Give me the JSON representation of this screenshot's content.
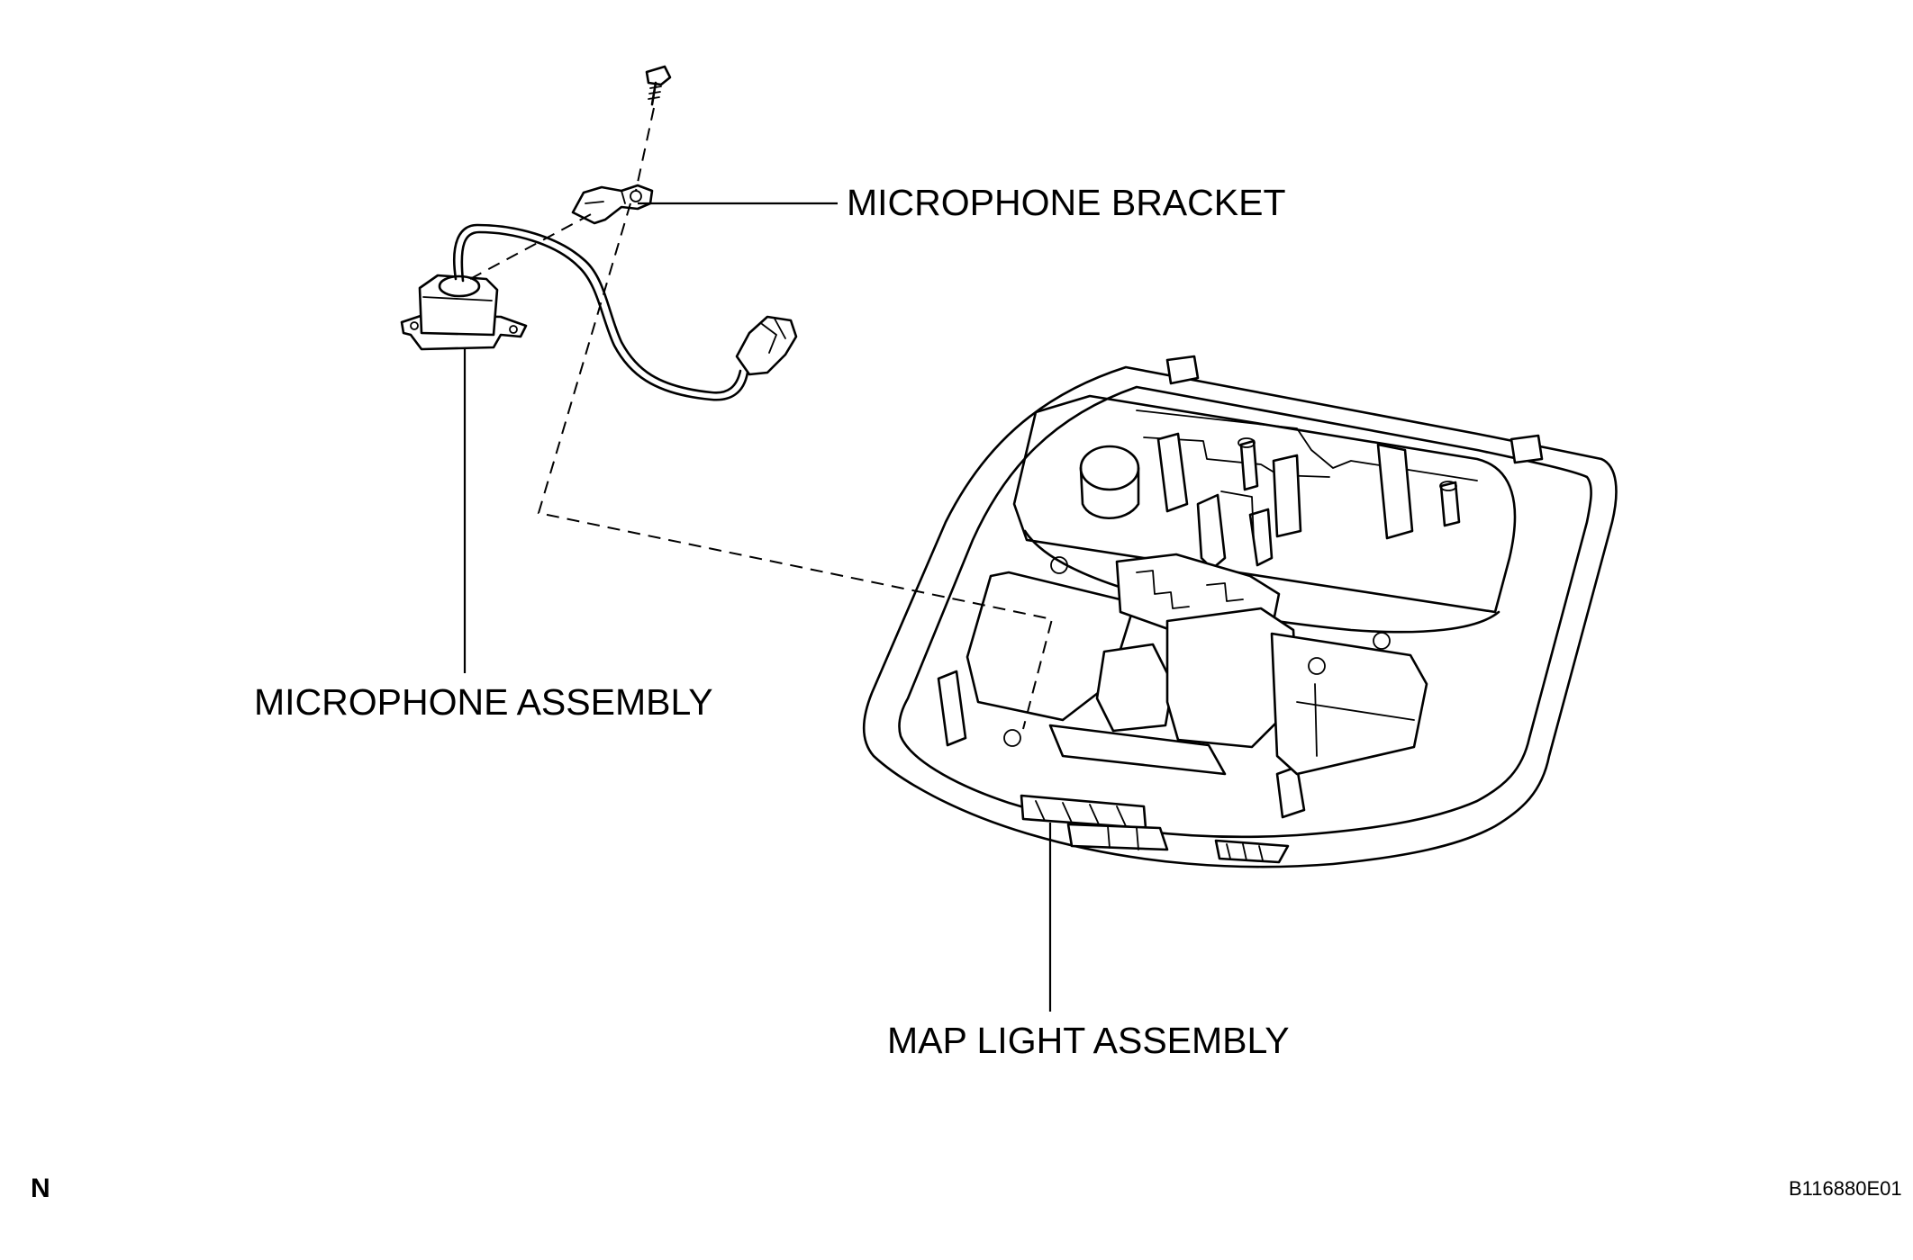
{
  "labels": {
    "microphone_bracket": "MICROPHONE BRACKET",
    "microphone_assembly": "MICROPHONE ASSEMBLY",
    "map_light_assembly": "MAP LIGHT ASSEMBLY",
    "view_marker": "N",
    "figure_code": "B116880E01"
  }
}
